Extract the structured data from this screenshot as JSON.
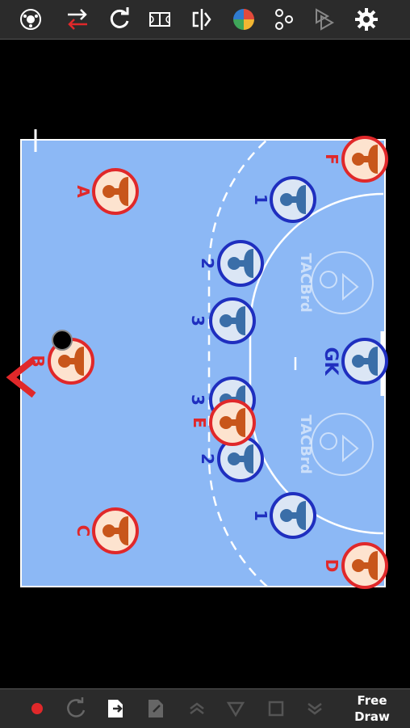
{
  "toolbar": {
    "icons": [
      "ball-icon",
      "swap-icon",
      "rotate-icon",
      "court-icon",
      "flip-icon",
      "color-wheel-icon",
      "formation-icon",
      "play-icon",
      "gear-icon"
    ]
  },
  "watermark": "TACBrd",
  "players": {
    "red": [
      {
        "label": "F"
      },
      {
        "label": "A"
      },
      {
        "label": "B"
      },
      {
        "label": "E"
      },
      {
        "label": "C"
      },
      {
        "label": "D"
      }
    ],
    "blue": [
      {
        "label": "1"
      },
      {
        "label": "2"
      },
      {
        "label": "3"
      },
      {
        "label": "GK"
      },
      {
        "label": "3"
      },
      {
        "label": "2"
      },
      {
        "label": "1"
      }
    ]
  },
  "court_marks": {
    "goal_label": "I"
  },
  "bottombar": {
    "free_draw_line1": "Free",
    "free_draw_line2": "Draw"
  },
  "colors": {
    "court": "#8cb8f5",
    "red_team": "#e0282a",
    "blue_team": "#1f2fbf",
    "player_face_red": "#c8561b",
    "player_face_blue": "#3a6ea8"
  }
}
